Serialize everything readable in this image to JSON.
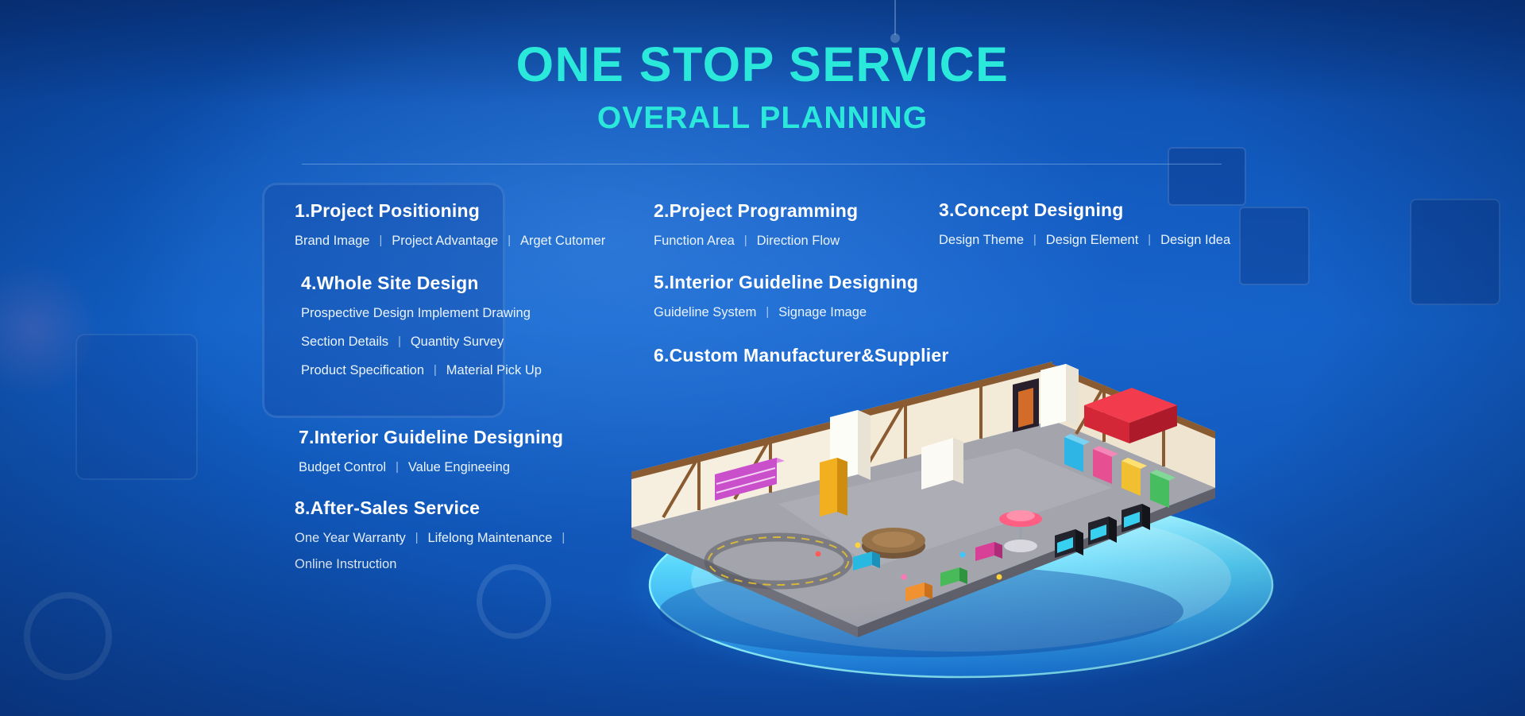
{
  "header": {
    "title": "ONE STOP SERVICE",
    "subtitle": "OVERALL PLANNING"
  },
  "ui": {
    "separator": "|"
  },
  "services": [
    {
      "title": "1.Project Positioning",
      "items": [
        "Brand Image",
        "Project Advantage",
        "Arget Cutomer"
      ]
    },
    {
      "title": "2.Project Programming",
      "items": [
        "Function Area",
        "Direction Flow"
      ]
    },
    {
      "title": "3.Concept Designing",
      "items": [
        "Design Theme",
        "Design Element",
        "Design Idea"
      ]
    },
    {
      "title": "4.Whole Site Design",
      "lines": [
        [
          "Prospective Design Implement Drawing"
        ],
        [
          "Section Details",
          "Quantity Survey"
        ],
        [
          "Product Specification",
          "Material Pick Up"
        ]
      ]
    },
    {
      "title": "5.Interior Guideline Designing",
      "items": [
        "Guideline System",
        "Signage Image"
      ]
    },
    {
      "title": "6.Custom Manufacturer&Supplier",
      "items": []
    },
    {
      "title": "7.Interior Guideline Designing",
      "items": [
        "Budget Control",
        "Value Engineeing"
      ]
    },
    {
      "title": "8.After-Sales Service",
      "items": [
        "One Year Warranty",
        "Lifelong Maintenance",
        "Online Instruction"
      ]
    }
  ],
  "colors": {
    "accent_cyan": "#2ae8da",
    "heading": "#ffffff",
    "body_text": "#eaf3fb",
    "background_primary": "#1160c6",
    "background_edge": "#0a3f9c",
    "platform_glow": "#35d8ff"
  }
}
